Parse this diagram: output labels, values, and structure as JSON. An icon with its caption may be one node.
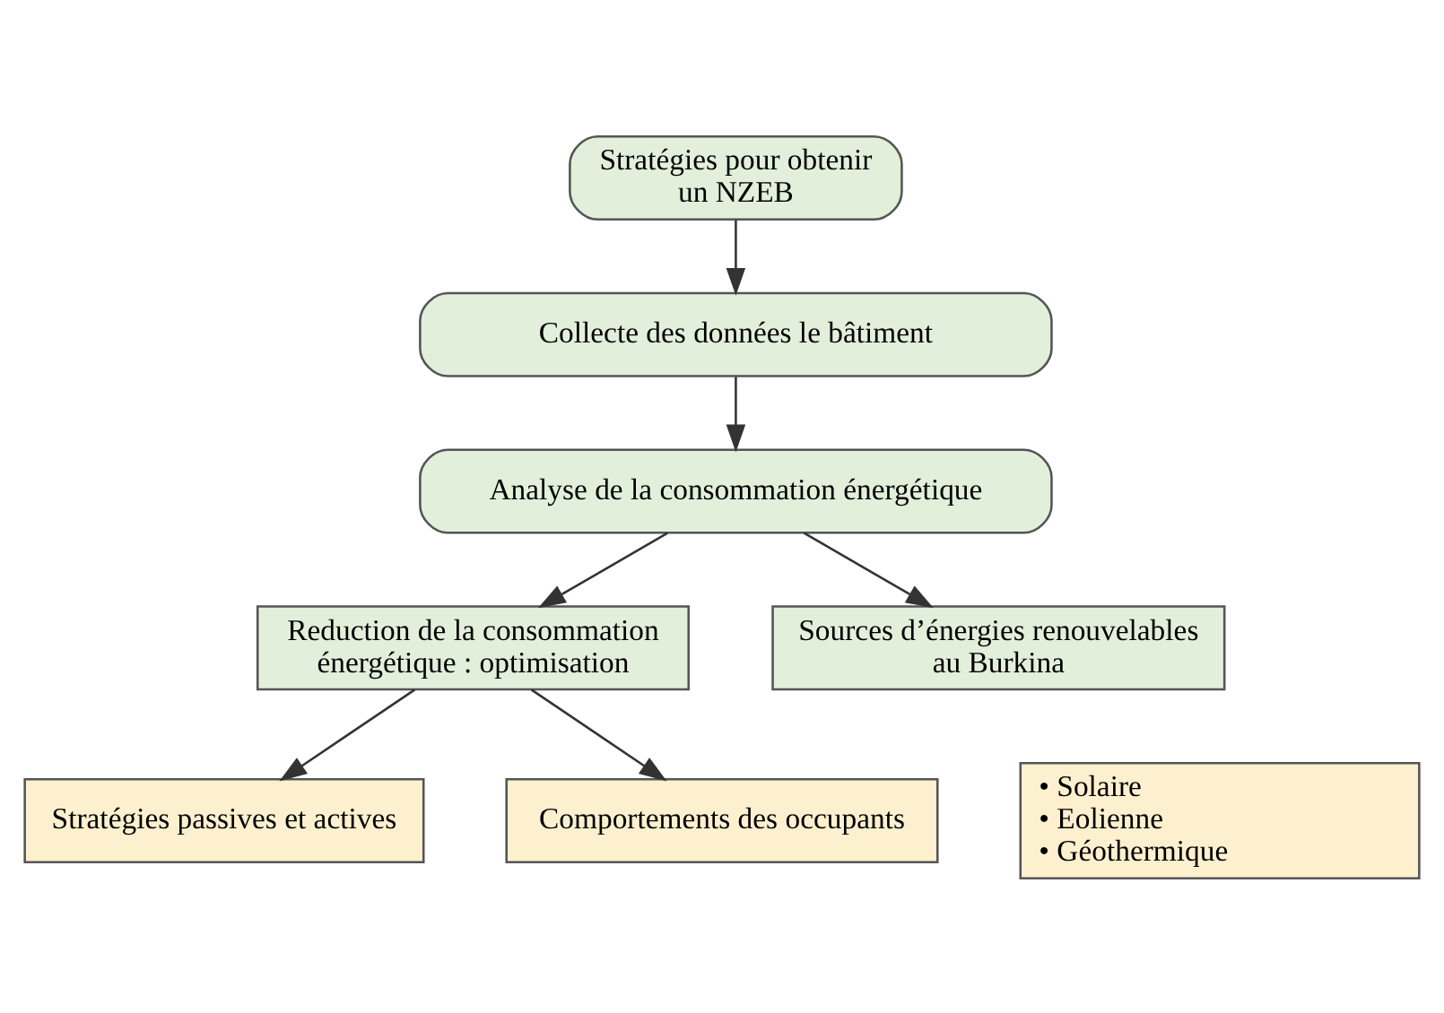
{
  "diagram": {
    "nodes": [
      {
        "text": [
          "Stratégies pour obtenir un NZEB"
        ]
      },
      {
        "text": [
          "Collecte des données le bâtiment"
        ]
      },
      {
        "text": [
          "Analyse de la consommation énergétique"
        ]
      },
      {
        "text": [
          "Reduction de la consommation énergétique : optimisation"
        ]
      },
      {
        "text": [
          "Sources d’énergies renouvelables au Burkina"
        ]
      },
      {
        "text": [
          "Stratégies passives et actives"
        ]
      },
      {
        "text": [
          "Comportements des occupants"
        ]
      },
      {
        "text": [
          "• Solaire",
          "• Eolienne",
          "• Géothermique"
        ]
      }
    ],
    "edges": [
      {
        "from": 0,
        "to": 1,
        "arrow": "to"
      },
      {
        "from": 1,
        "to": 2,
        "arrow": "to"
      },
      {
        "from": 2,
        "to": 3,
        "arrow": "to"
      },
      {
        "from": 2,
        "to": 4,
        "arrow": "to"
      },
      {
        "from": 3,
        "to": 5,
        "arrow": "to"
      },
      {
        "from": 3,
        "to": 6,
        "arrow": "to"
      }
    ]
  }
}
